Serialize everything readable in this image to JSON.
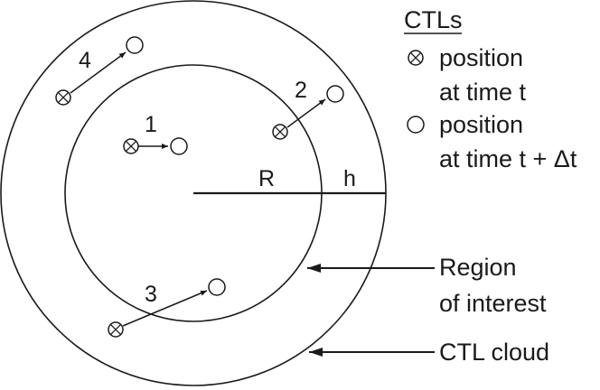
{
  "diagram": {
    "particles": [
      {
        "label": "1"
      },
      {
        "label": "2"
      },
      {
        "label": "3"
      },
      {
        "label": "4"
      }
    ],
    "dimensions": {
      "radius_label": "R",
      "shell_label": "h"
    },
    "legend": {
      "title": "CTLs",
      "entries": [
        {
          "icon": "circle-x-icon",
          "line1": "position",
          "line2": "at time t"
        },
        {
          "icon": "open-circle-icon",
          "line1": "position",
          "line2": "at time t + Δt"
        }
      ]
    },
    "callouts": {
      "region": {
        "line1": "Region",
        "line2": "of interest"
      },
      "cloud": {
        "line1": "CTL cloud"
      }
    }
  }
}
